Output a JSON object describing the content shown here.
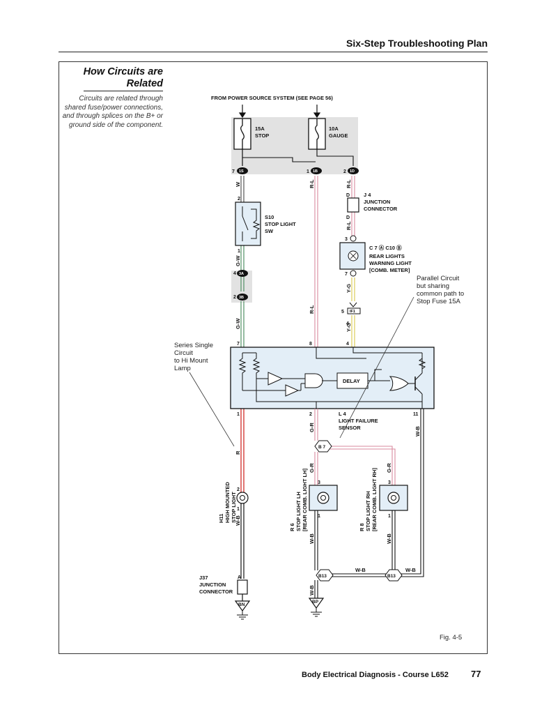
{
  "header": {
    "title": "Six-Step Troubleshooting Plan"
  },
  "sidebar": {
    "title": "How Circuits are Related",
    "body": "Circuits are related through shared fuse/power connections, and through splices on the B+ or ground side of the component."
  },
  "diagram": {
    "power_source": "FROM POWER SOURCE SYSTEM (SEE PAGE 56)",
    "fuse_stop": {
      "rating": "15A",
      "name": "STOP"
    },
    "fuse_gauge": {
      "rating": "10A",
      "name": "GAUGE"
    },
    "switch_s10": {
      "id": "S10",
      "line1": "STOP LIGHT",
      "line2": "SW"
    },
    "junction_j4": {
      "id": "J 4",
      "line1": "JUNCTION",
      "line2": "CONNECTOR"
    },
    "rear_warning": {
      "ids": "C 7 Ⓐ  C10 Ⓑ",
      "line1": "REAR LIGHTS",
      "line2": "WARNING LIGHT",
      "line3": "[COMB. METER]"
    },
    "sensor_l4": {
      "id": "L 4",
      "line1": "LIGHT FAILURE",
      "line2": "SENSOR"
    },
    "delay_label": "DELAY",
    "lamp_h11": {
      "id": "H11",
      "line1": "HIGH MOUNTED",
      "line2": "STOP LIGHT"
    },
    "lamp_r6": {
      "id": "R 6",
      "line1": "STOP LIGHT LH",
      "line2": "[REAR COMB. LIGHT LH]"
    },
    "lamp_r8": {
      "id": "R 8",
      "line1": "STOP LIGHT RH",
      "line2": "[REAR COMB. LIGHT RH]"
    },
    "junction_j37": {
      "id": "J37",
      "line1": "JUNCTION",
      "line2": "CONNECTOR"
    },
    "wires": {
      "w": "W",
      "rl": "R-L",
      "gw": "G-W",
      "yg": "Y-G",
      "gr": "G-R",
      "r": "R",
      "wb": "W-B"
    },
    "connectors": {
      "1s": "1S",
      "1b": "1B",
      "1d": "1D",
      "3a": "3A",
      "3b": "3B",
      "if1": "IF1",
      "b7": "B 7",
      "b13": "B13",
      "bn": "BN",
      "bp": "BP"
    },
    "pins": {
      "p1": "1",
      "p2": "2",
      "p3": "3",
      "p4": "4",
      "p5": "5",
      "p7": "7",
      "p8": "8",
      "p11": "11",
      "pd": "D",
      "pa": "A"
    },
    "note_parallel": [
      "Parallel Circuit",
      "but sharing",
      "common path to",
      "Stop Fuse 15A"
    ],
    "note_series": [
      "Series Single",
      "Circuit",
      "to Hi Mount",
      "Lamp"
    ],
    "fig": "Fig. 4-5"
  },
  "footer": {
    "course": "Body Electrical Diagnosis - Course L652",
    "page": "77"
  },
  "colors": {
    "red": "#d9534f",
    "green": "#4f8f63",
    "pink": "#d98a9e",
    "yellow": "#d8c84a",
    "blue_box": "#e3eef7",
    "gray_box": "#e2e2e2"
  }
}
